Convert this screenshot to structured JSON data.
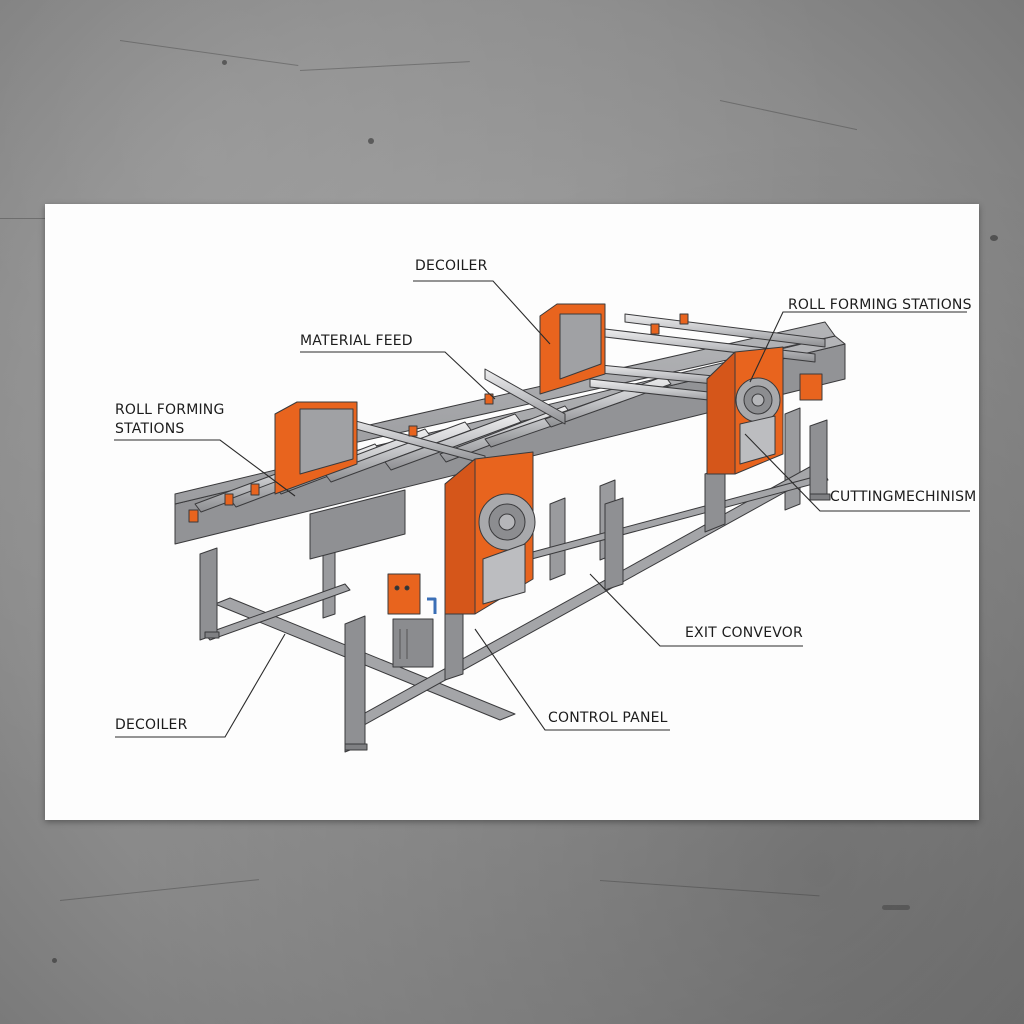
{
  "diagram": {
    "type": "labeled-technical-illustration",
    "subject": "roll forming machine (isometric view)",
    "background": "concrete wall",
    "colors": {
      "accent_orange": "#e8641e",
      "frame_gray": "#8f9093",
      "roller_gray": "#c9cacd",
      "poster_white": "#fdfdfd",
      "wall_gray": "#8e8e8e",
      "label_text": "#1c1c1c"
    },
    "labels": [
      {
        "id": "decoiler-top",
        "text": "DECOILER"
      },
      {
        "id": "roll-forming-stations-right",
        "text": "ROLL FORMING STATIONS"
      },
      {
        "id": "material-feed",
        "text": "MATERIAL FEED"
      },
      {
        "id": "roll-forming-stations-left",
        "line1": "ROLL FORMING",
        "line2": "STATIONS"
      },
      {
        "id": "cutting-mechanism",
        "text": "CUTTINGMECHINISM"
      },
      {
        "id": "exit-conveyor",
        "text": "EXIT CONVEVOR"
      },
      {
        "id": "control-panel",
        "text": "CONTROL PANEL"
      },
      {
        "id": "decoiler-bottom",
        "text": "DECOILER"
      }
    ]
  }
}
